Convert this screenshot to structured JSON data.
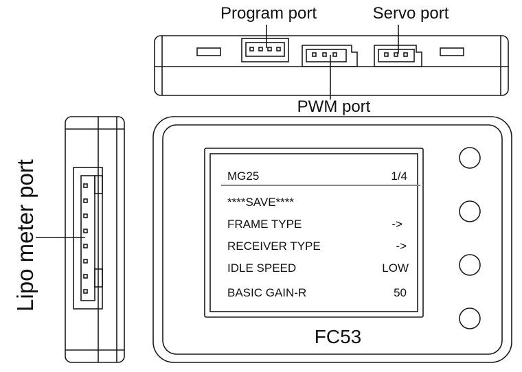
{
  "labels": {
    "program_port": "Program port",
    "servo_port": "Servo port",
    "pwm_port": "PWM port",
    "lipo_port": "Lipo meter port"
  },
  "device": {
    "model": "FC53"
  },
  "screen": {
    "header_left": "MG25",
    "header_right": "1/4",
    "rows": [
      {
        "label": "****SAVE****",
        "value": ""
      },
      {
        "label": "FRAME TYPE",
        "value": "->"
      },
      {
        "label": "RECEIVER TYPE",
        "value": "->"
      },
      {
        "label": "IDLE SPEED",
        "value": "LOW"
      },
      {
        "label": "BASIC GAIN-R",
        "value": "50"
      }
    ]
  },
  "buttons": [
    "button-1",
    "button-2",
    "button-3",
    "button-4"
  ]
}
